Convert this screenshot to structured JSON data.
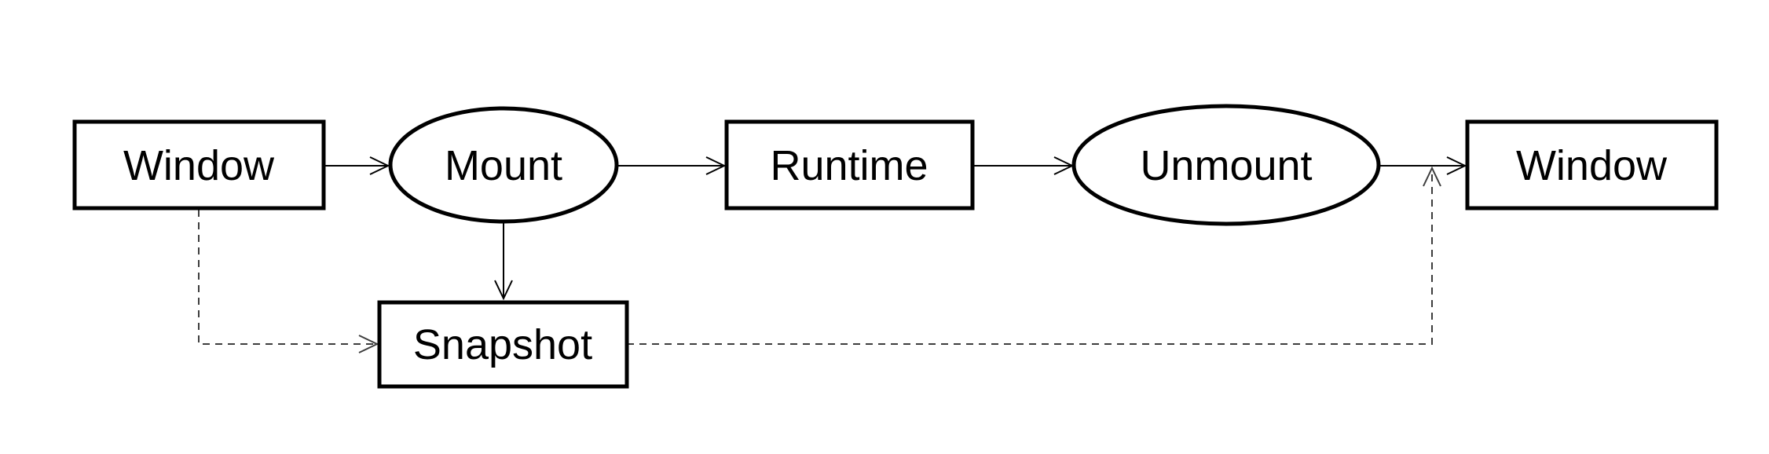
{
  "diagram": {
    "type": "flowchart",
    "background_color": "#ffffff",
    "stroke_color": "#000000",
    "dashed_color": "#3d3d3d",
    "text_color": "#000000",
    "nodes": [
      {
        "id": "window-left",
        "label": "Window",
        "shape": "rectangle"
      },
      {
        "id": "mount",
        "label": "Mount",
        "shape": "ellipse"
      },
      {
        "id": "runtime",
        "label": "Runtime",
        "shape": "rectangle"
      },
      {
        "id": "unmount",
        "label": "Unmount",
        "shape": "ellipse"
      },
      {
        "id": "window-right",
        "label": "Window",
        "shape": "rectangle"
      },
      {
        "id": "snapshot",
        "label": "Snapshot",
        "shape": "rectangle"
      }
    ],
    "edges": [
      {
        "from": "window-left",
        "to": "mount",
        "style": "solid"
      },
      {
        "from": "mount",
        "to": "runtime",
        "style": "solid"
      },
      {
        "from": "runtime",
        "to": "unmount",
        "style": "solid"
      },
      {
        "from": "unmount",
        "to": "window-right",
        "style": "solid"
      },
      {
        "from": "mount",
        "to": "snapshot",
        "style": "solid"
      },
      {
        "from": "window-left",
        "to": "snapshot",
        "style": "dashed"
      },
      {
        "from": "snapshot",
        "to": "unmount-window-connector",
        "style": "dashed"
      }
    ]
  }
}
